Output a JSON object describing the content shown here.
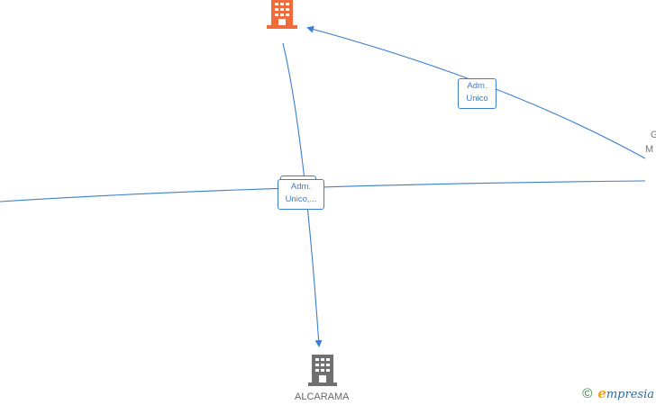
{
  "nodes": {
    "top_company": {
      "label": "",
      "color": "#f26b3a"
    },
    "bottom_company": {
      "label": "ALCARAMA",
      "color": "#707070"
    },
    "right_person": {
      "label_line1": "G",
      "label_line2": "M"
    }
  },
  "edges": {
    "right_to_top": {
      "label_line1": "Adm.",
      "label_line2": "Unico"
    },
    "center": {
      "label_line1": "Adm.",
      "label_line2": "Unico,..."
    }
  },
  "watermark": {
    "copyright_symbol": "©",
    "brand_initial": "e",
    "brand_rest": "mpresia"
  },
  "colors": {
    "edge": "#3a7fd0",
    "accent_orange": "#f26b3a",
    "gray_node": "#707070"
  }
}
